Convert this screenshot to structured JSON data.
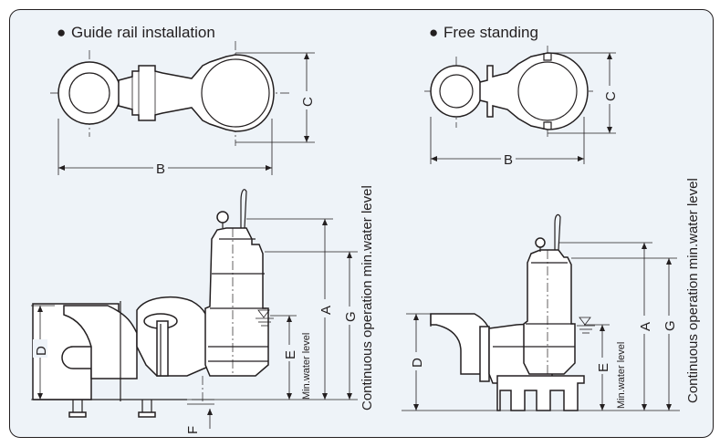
{
  "sections": {
    "left_title": "Guide rail installation",
    "right_title": "Free standing",
    "bullet": "●"
  },
  "dimensions": {
    "A": "A",
    "B": "B",
    "C": "C",
    "D": "D",
    "E": "E",
    "F": "F",
    "G": "G"
  },
  "labels": {
    "min_water_level": "Min.water level",
    "continuous_level": "Continuous operation min.water level"
  },
  "colors": {
    "background": "#eef3f8",
    "line": "#231f20",
    "fill": "#ffffff"
  }
}
